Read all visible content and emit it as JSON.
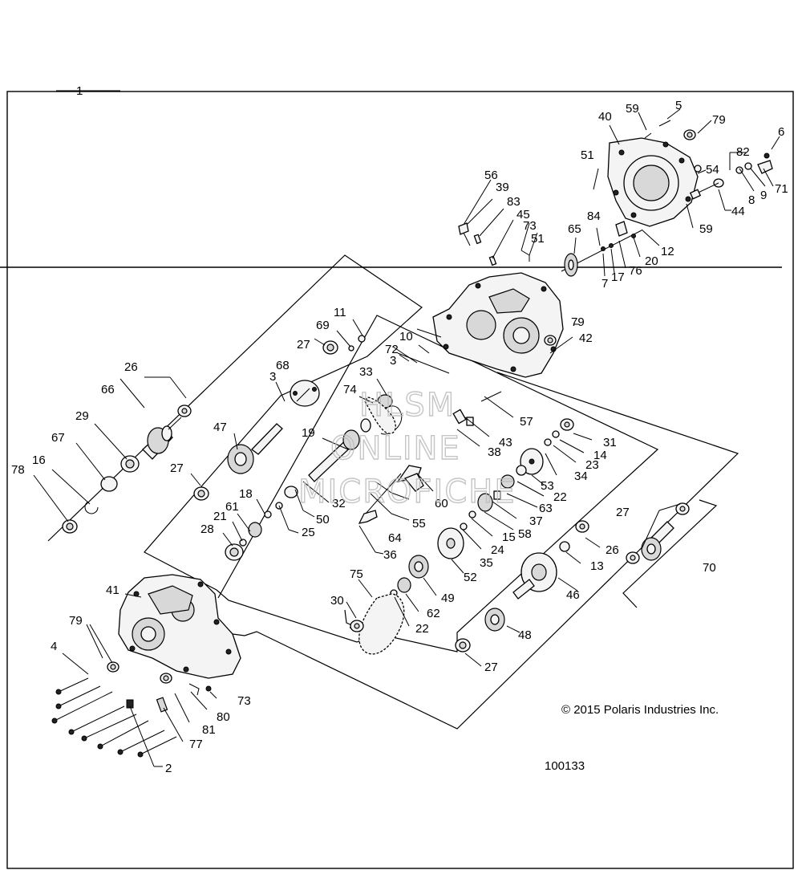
{
  "diagram": {
    "callouts": [
      {
        "id": "c1",
        "text": "1"
      },
      {
        "id": "c2",
        "text": "2"
      },
      {
        "id": "c3a",
        "text": "3"
      },
      {
        "id": "c3b",
        "text": "3"
      },
      {
        "id": "c4",
        "text": "4"
      },
      {
        "id": "c5",
        "text": "5"
      },
      {
        "id": "c6",
        "text": "6"
      },
      {
        "id": "c7",
        "text": "7"
      },
      {
        "id": "c8",
        "text": "8"
      },
      {
        "id": "c9",
        "text": "9"
      },
      {
        "id": "c10",
        "text": "10"
      },
      {
        "id": "c11",
        "text": "11"
      },
      {
        "id": "c12",
        "text": "12"
      },
      {
        "id": "c13",
        "text": "13"
      },
      {
        "id": "c14",
        "text": "14"
      },
      {
        "id": "c15",
        "text": "15"
      },
      {
        "id": "c16",
        "text": "16"
      },
      {
        "id": "c17",
        "text": "17"
      },
      {
        "id": "c18",
        "text": "18"
      },
      {
        "id": "c19",
        "text": "19"
      },
      {
        "id": "c20",
        "text": "20"
      },
      {
        "id": "c21",
        "text": "21"
      },
      {
        "id": "c22a",
        "text": "22"
      },
      {
        "id": "c22b",
        "text": "22"
      },
      {
        "id": "c23",
        "text": "23"
      },
      {
        "id": "c24",
        "text": "24"
      },
      {
        "id": "c25",
        "text": "25"
      },
      {
        "id": "c26a",
        "text": "26"
      },
      {
        "id": "c26b",
        "text": "26"
      },
      {
        "id": "c27a",
        "text": "27"
      },
      {
        "id": "c27b",
        "text": "27"
      },
      {
        "id": "c27c",
        "text": "27"
      },
      {
        "id": "c27d",
        "text": "27"
      },
      {
        "id": "c28",
        "text": "28"
      },
      {
        "id": "c29",
        "text": "29"
      },
      {
        "id": "c30",
        "text": "30"
      },
      {
        "id": "c31",
        "text": "31"
      },
      {
        "id": "c32",
        "text": "32"
      },
      {
        "id": "c33",
        "text": "33"
      },
      {
        "id": "c34",
        "text": "34"
      },
      {
        "id": "c35",
        "text": "35"
      },
      {
        "id": "c36",
        "text": "36"
      },
      {
        "id": "c37",
        "text": "37"
      },
      {
        "id": "c38",
        "text": "38"
      },
      {
        "id": "c39",
        "text": "39"
      },
      {
        "id": "c40",
        "text": "40"
      },
      {
        "id": "c41",
        "text": "41"
      },
      {
        "id": "c42",
        "text": "42"
      },
      {
        "id": "c43",
        "text": "43"
      },
      {
        "id": "c44",
        "text": "44"
      },
      {
        "id": "c45",
        "text": "45"
      },
      {
        "id": "c46",
        "text": "46"
      },
      {
        "id": "c47",
        "text": "47"
      },
      {
        "id": "c48",
        "text": "48"
      },
      {
        "id": "c49",
        "text": "49"
      },
      {
        "id": "c50",
        "text": "50"
      },
      {
        "id": "c51a",
        "text": "51"
      },
      {
        "id": "c51b",
        "text": "51"
      },
      {
        "id": "c52",
        "text": "52"
      },
      {
        "id": "c53",
        "text": "53"
      },
      {
        "id": "c54",
        "text": "54"
      },
      {
        "id": "c55",
        "text": "55"
      },
      {
        "id": "c56",
        "text": "56"
      },
      {
        "id": "c57",
        "text": "57"
      },
      {
        "id": "c58",
        "text": "58"
      },
      {
        "id": "c59a",
        "text": "59"
      },
      {
        "id": "c59b",
        "text": "59"
      },
      {
        "id": "c60",
        "text": "60"
      },
      {
        "id": "c61",
        "text": "61"
      },
      {
        "id": "c62",
        "text": "62"
      },
      {
        "id": "c63",
        "text": "63"
      },
      {
        "id": "c64",
        "text": "64"
      },
      {
        "id": "c65",
        "text": "65"
      },
      {
        "id": "c66",
        "text": "66"
      },
      {
        "id": "c67",
        "text": "67"
      },
      {
        "id": "c68",
        "text": "68"
      },
      {
        "id": "c69",
        "text": "69"
      },
      {
        "id": "c70",
        "text": "70"
      },
      {
        "id": "c71",
        "text": "71"
      },
      {
        "id": "c72",
        "text": "72"
      },
      {
        "id": "c73a",
        "text": "73"
      },
      {
        "id": "c73b",
        "text": "73"
      },
      {
        "id": "c74",
        "text": "74"
      },
      {
        "id": "c75",
        "text": "75"
      },
      {
        "id": "c76",
        "text": "76"
      },
      {
        "id": "c77",
        "text": "77"
      },
      {
        "id": "c78",
        "text": "78"
      },
      {
        "id": "c79a",
        "text": "79"
      },
      {
        "id": "c79b",
        "text": "79"
      },
      {
        "id": "c79c",
        "text": "79"
      },
      {
        "id": "c80",
        "text": "80"
      },
      {
        "id": "c81",
        "text": "81"
      },
      {
        "id": "c82",
        "text": "82"
      },
      {
        "id": "c83",
        "text": "83"
      },
      {
        "id": "c84",
        "text": "84"
      }
    ],
    "copyright": "© 2015 Polaris Industries Inc.",
    "reference_number": "100133",
    "watermark": [
      "HLSM",
      "ONLINE",
      "MICROFICHE"
    ]
  }
}
